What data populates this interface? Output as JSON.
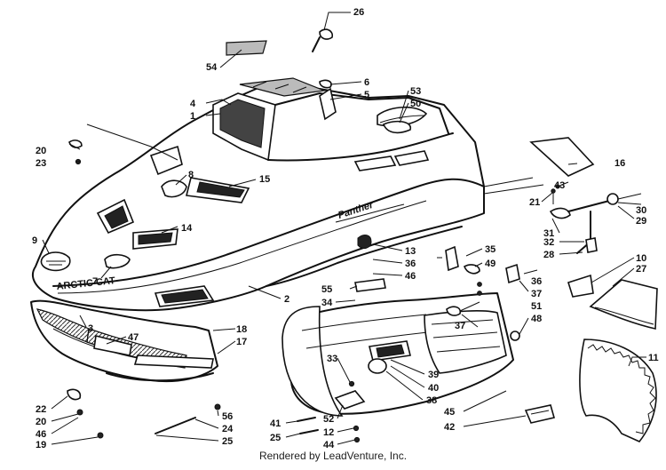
{
  "diagram": {
    "footer": "Rendered by LeadVenture, Inc.",
    "hood_script_text": "Panther",
    "hood_model_text": "ARCTIC CAT",
    "callouts": [
      {
        "id": "c1",
        "label": "1"
      },
      {
        "id": "c2",
        "label": "2"
      },
      {
        "id": "c3",
        "label": "3"
      },
      {
        "id": "c4",
        "label": "4"
      },
      {
        "id": "c5",
        "label": "5"
      },
      {
        "id": "c6",
        "label": "6"
      },
      {
        "id": "c7",
        "label": "7"
      },
      {
        "id": "c8",
        "label": "8"
      },
      {
        "id": "c9",
        "label": "9"
      },
      {
        "id": "c10",
        "label": "10"
      },
      {
        "id": "c11",
        "label": "11"
      },
      {
        "id": "c12",
        "label": "12"
      },
      {
        "id": "c13",
        "label": "13"
      },
      {
        "id": "c14",
        "label": "14"
      },
      {
        "id": "c15",
        "label": "15"
      },
      {
        "id": "c16",
        "label": "16"
      },
      {
        "id": "c17",
        "label": "17"
      },
      {
        "id": "c18",
        "label": "18"
      },
      {
        "id": "c19",
        "label": "19"
      },
      {
        "id": "c20a",
        "label": "20"
      },
      {
        "id": "c20b",
        "label": "20"
      },
      {
        "id": "c21",
        "label": "21"
      },
      {
        "id": "c22",
        "label": "22"
      },
      {
        "id": "c23",
        "label": "23"
      },
      {
        "id": "c24",
        "label": "24"
      },
      {
        "id": "c25a",
        "label": "25"
      },
      {
        "id": "c25b",
        "label": "25"
      },
      {
        "id": "c26",
        "label": "26"
      },
      {
        "id": "c27",
        "label": "27"
      },
      {
        "id": "c28",
        "label": "28"
      },
      {
        "id": "c29",
        "label": "29"
      },
      {
        "id": "c30",
        "label": "30"
      },
      {
        "id": "c31",
        "label": "31"
      },
      {
        "id": "c32",
        "label": "32"
      },
      {
        "id": "c33",
        "label": "33"
      },
      {
        "id": "c34",
        "label": "34"
      },
      {
        "id": "c35",
        "label": "35"
      },
      {
        "id": "c36a",
        "label": "36"
      },
      {
        "id": "c36b",
        "label": "36"
      },
      {
        "id": "c37a",
        "label": "37"
      },
      {
        "id": "c37b",
        "label": "37"
      },
      {
        "id": "c38",
        "label": "38"
      },
      {
        "id": "c39",
        "label": "39"
      },
      {
        "id": "c40",
        "label": "40"
      },
      {
        "id": "c41",
        "label": "41"
      },
      {
        "id": "c42",
        "label": "42"
      },
      {
        "id": "c43",
        "label": "43"
      },
      {
        "id": "c44",
        "label": "44"
      },
      {
        "id": "c45",
        "label": "45"
      },
      {
        "id": "c46a",
        "label": "46"
      },
      {
        "id": "c46b",
        "label": "46"
      },
      {
        "id": "c47",
        "label": "47"
      },
      {
        "id": "c48",
        "label": "48"
      },
      {
        "id": "c49",
        "label": "49"
      },
      {
        "id": "c50",
        "label": "50"
      },
      {
        "id": "c51",
        "label": "51"
      },
      {
        "id": "c52",
        "label": "52"
      },
      {
        "id": "c53",
        "label": "53"
      },
      {
        "id": "c54",
        "label": "54"
      },
      {
        "id": "c55",
        "label": "55"
      },
      {
        "id": "c56",
        "label": "56"
      }
    ]
  }
}
